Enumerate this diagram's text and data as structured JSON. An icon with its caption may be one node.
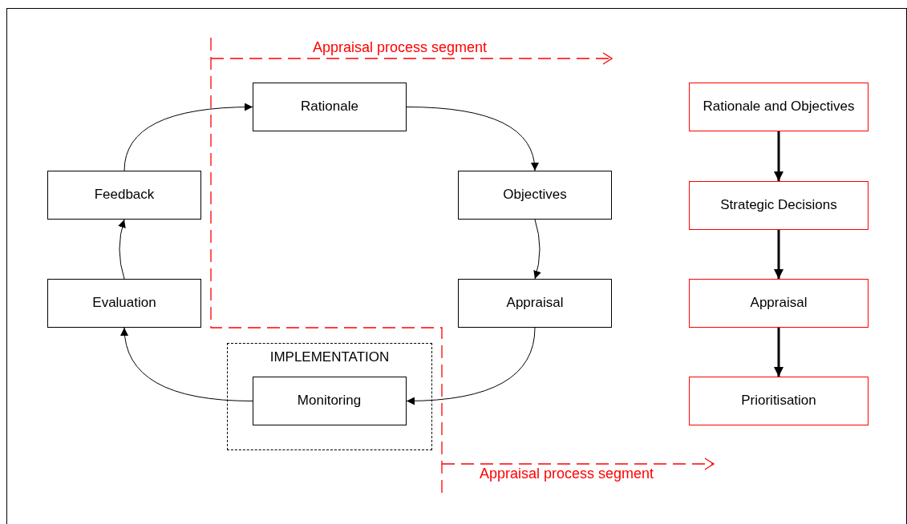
{
  "diagram": {
    "nodes": [
      {
        "text": [
          "Rationale"
        ]
      },
      {
        "text": [
          "Objectives"
        ]
      },
      {
        "text": [
          "Appraisal"
        ]
      },
      {
        "text": [
          "IMPLEMENTATION"
        ]
      },
      {
        "text": [
          "Monitoring"
        ],
        "in": 3
      },
      {
        "text": [
          "Evaluation"
        ]
      },
      {
        "text": [
          "Feedback"
        ]
      },
      {
        "text": [
          "Rationale and Objectives"
        ]
      },
      {
        "text": [
          "Strategic Decisions"
        ]
      },
      {
        "text": [
          "Appraisal"
        ]
      },
      {
        "text": [
          "Prioritisation"
        ]
      }
    ],
    "edges": [
      {
        "from": 0,
        "to": 1,
        "arrow": "to"
      },
      {
        "from": 1,
        "to": 2,
        "arrow": "to"
      },
      {
        "from": 2,
        "to": 4,
        "arrow": "to"
      },
      {
        "from": 4,
        "to": 5,
        "arrow": "to"
      },
      {
        "from": 5,
        "to": 6,
        "arrow": "to"
      },
      {
        "from": 6,
        "to": 0,
        "arrow": "to"
      },
      {
        "from": 7,
        "to": 8,
        "arrow": "to",
        "style": "thick"
      },
      {
        "from": 8,
        "to": 9,
        "arrow": "to",
        "style": "thick"
      },
      {
        "from": 9,
        "to": 10,
        "arrow": "to",
        "style": "thick"
      }
    ],
    "labels": [
      "Appraisal process segment",
      "Appraisal process segment"
    ]
  }
}
